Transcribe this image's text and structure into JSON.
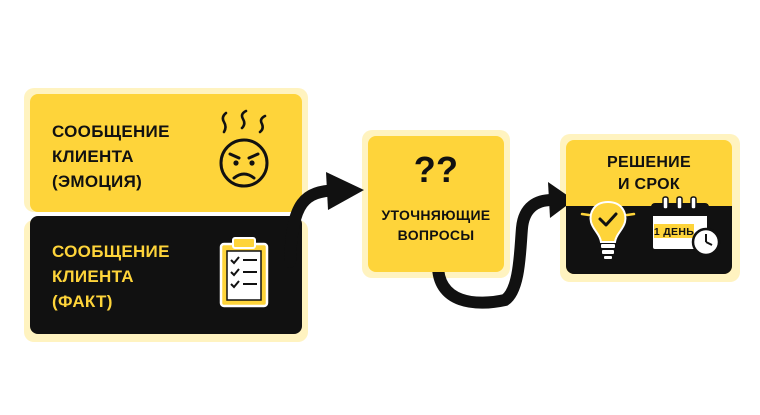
{
  "colors": {
    "yellow": "#fed43a",
    "shadow": "#fff3c0",
    "black": "#111111",
    "white": "#ffffff"
  },
  "boxes": {
    "emotion": {
      "line1": "Сообщение",
      "line2": "клиента",
      "line3": "(эмоция)",
      "icon": "angry-face-icon"
    },
    "fact": {
      "line1": "Сообщение",
      "line2": "клиента",
      "line3": "(факт)",
      "icon": "clipboard-checklist-icon"
    },
    "questions": {
      "mark": "??",
      "line1": "Уточняющие",
      "line2": "вопросы"
    },
    "solution": {
      "line1": "Решение",
      "line2": "и срок",
      "icons": [
        "lightbulb-check-icon",
        "calendar-icon",
        "clock-icon"
      ],
      "calendar_label": "1 день"
    }
  }
}
